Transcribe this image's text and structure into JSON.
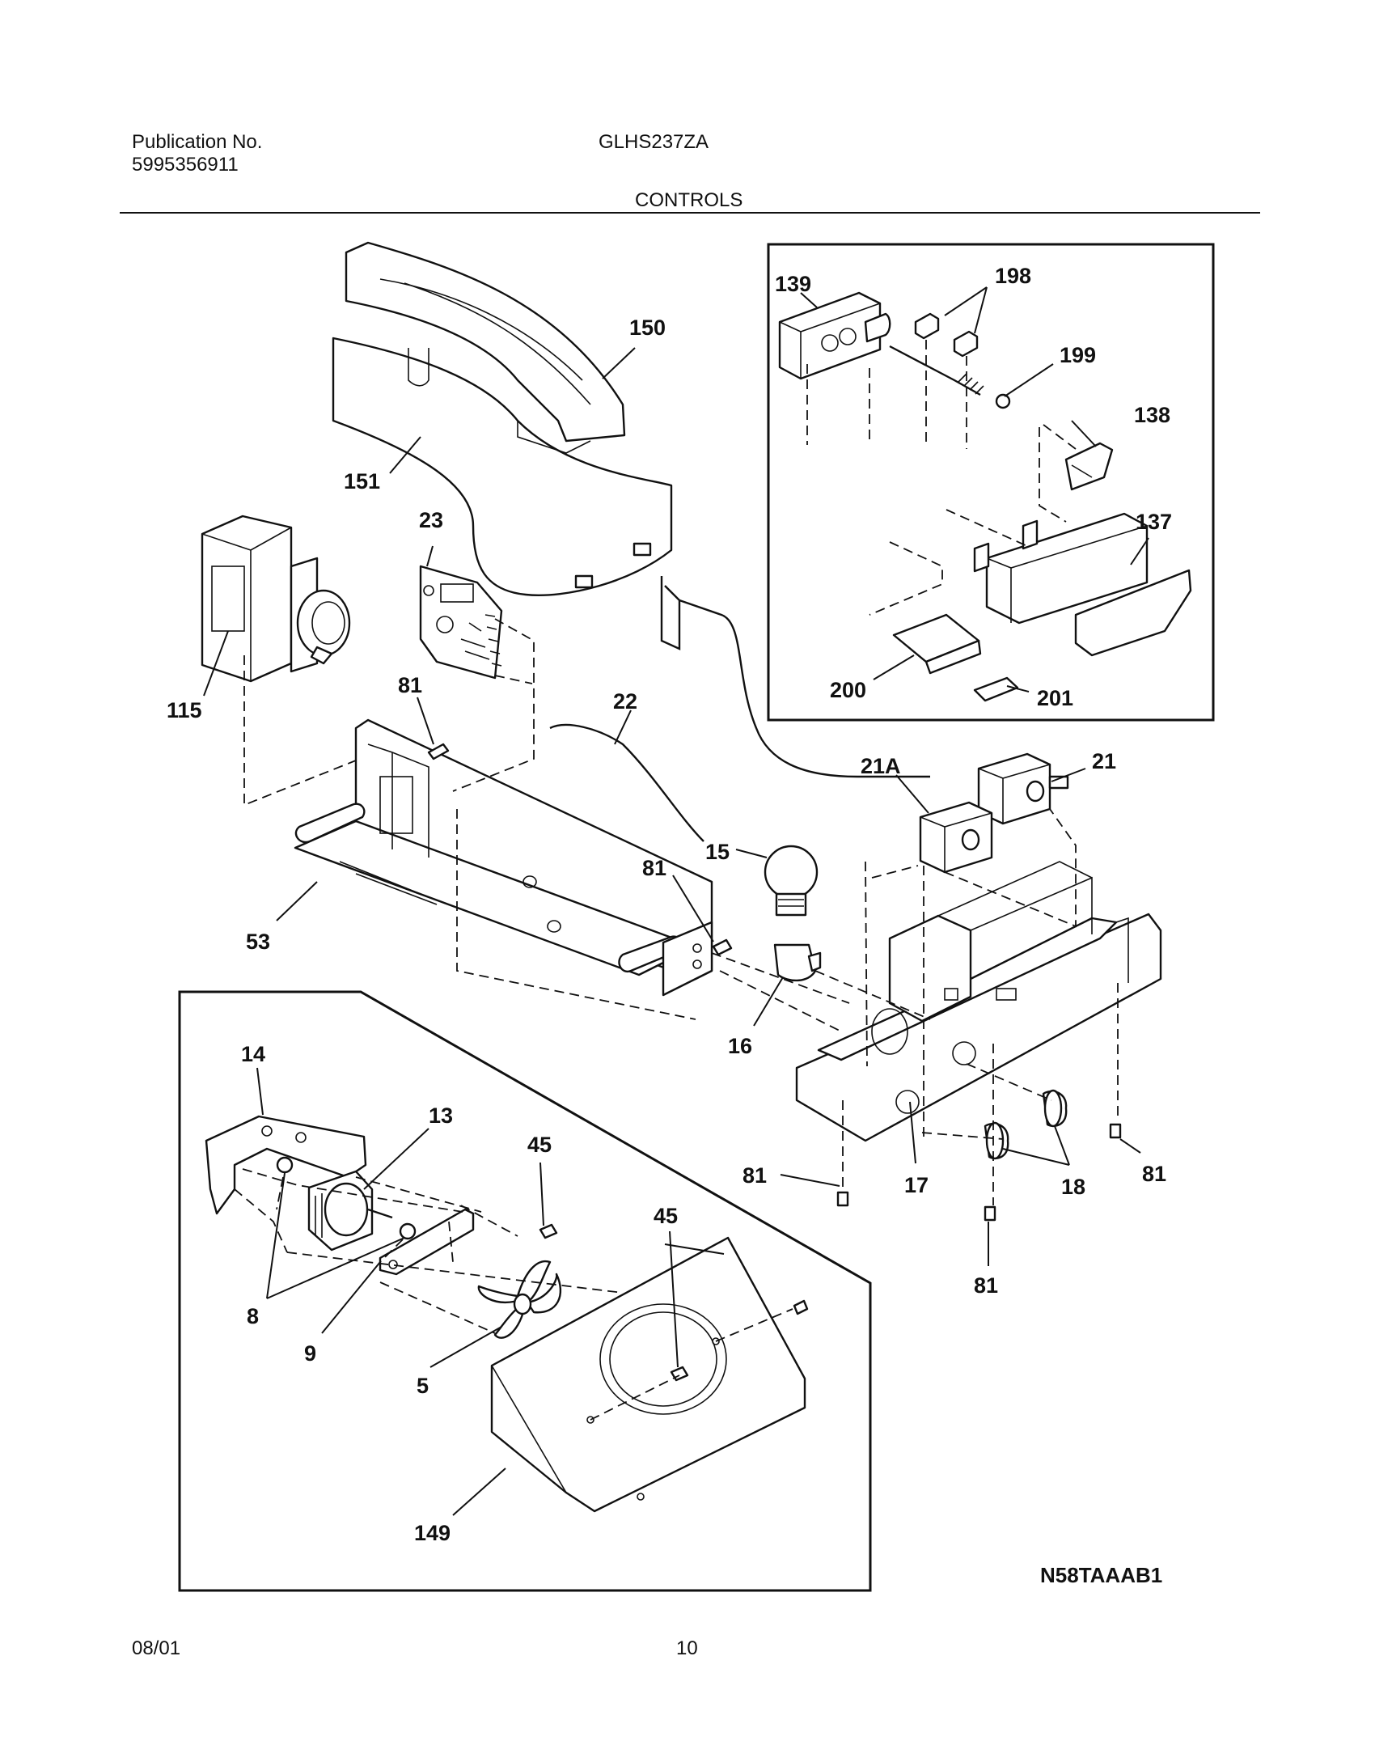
{
  "header": {
    "publication_label": "Publication No.",
    "publication_number": "5995356911",
    "model": "GLHS237ZA",
    "section_title": "CONTROLS"
  },
  "footer": {
    "date": "08/01",
    "page_number": "10"
  },
  "diagram": {
    "drawing_code": "N58TAAAB1",
    "callouts": {
      "c150": "150",
      "c151": "151",
      "c23": "23",
      "c115": "115",
      "c81a": "81",
      "c22": "22",
      "c53": "53",
      "c15": "15",
      "c81b": "81",
      "c16": "16",
      "c21a": "21A",
      "c21": "21",
      "c139": "139",
      "c198": "198",
      "c199": "199",
      "c138": "138",
      "c137": "137",
      "c200": "200",
      "c201": "201",
      "c14": "14",
      "c13": "13",
      "c45a": "45",
      "c45b": "45",
      "c8": "8",
      "c9": "9",
      "c5": "5",
      "c149": "149",
      "c81c": "81",
      "c17": "17",
      "c18": "18",
      "c81d": "81",
      "c81e": "81"
    }
  }
}
